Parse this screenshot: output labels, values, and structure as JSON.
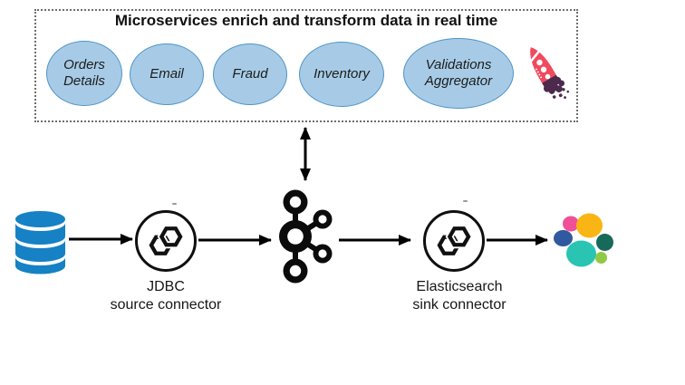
{
  "title": "Microservices enrich and transform data in real time",
  "microservices": [
    {
      "label": "Orders Details"
    },
    {
      "label": "Email"
    },
    {
      "label": "Fraud"
    },
    {
      "label": "Inventory"
    },
    {
      "label": "Validations Aggregator"
    }
  ],
  "pipeline": {
    "source_connector": {
      "line1": "JDBC",
      "line2": "source connector"
    },
    "sink_connector": {
      "line1": "Elasticsearch",
      "line2": "sink connector"
    }
  },
  "icons": {
    "source": "database-cylinder",
    "source_connector": "kafka-connect-logo",
    "broker": "apache-kafka-logo",
    "sink_connector": "kafka-connect-logo",
    "destination": "elasticsearch-logo",
    "decoration": "rocket"
  },
  "colors": {
    "ellipse_fill": "#a7cbe6",
    "ellipse_border": "#4d94c7",
    "database_blue": "#1681c4",
    "kafka_black": "#0b0b0b",
    "rocket_red": "#f04a5e",
    "rocket_purple": "#4b2a4d",
    "elastic_pink": "#ef5098",
    "elastic_yellow": "#f9b513",
    "elastic_navy": "#30599f",
    "elastic_teal": "#29c4b2",
    "elastic_dark_green": "#17695a",
    "elastic_light_green": "#91c944"
  }
}
